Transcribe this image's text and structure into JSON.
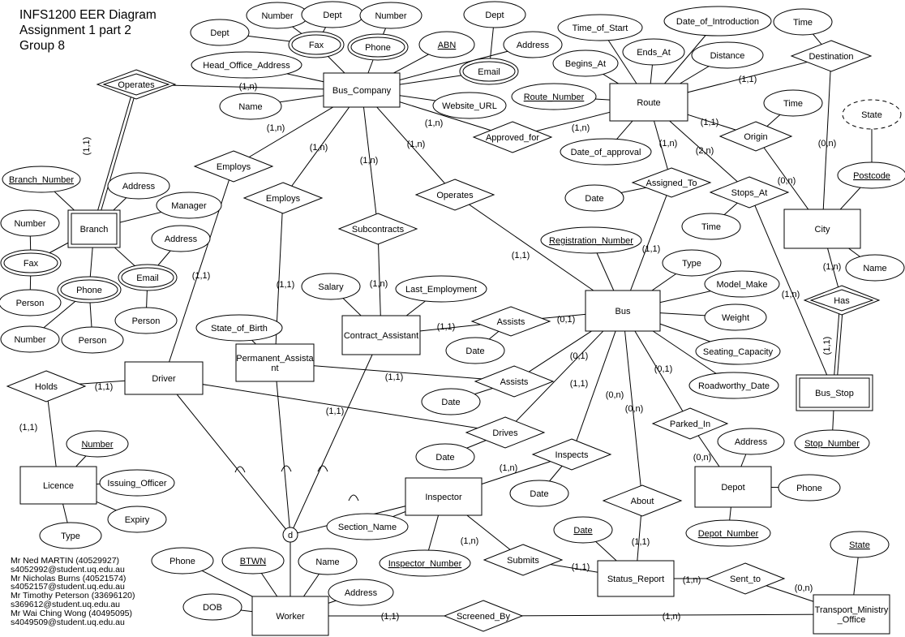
{
  "header": {
    "line1": "INFS1200 EER Diagram",
    "line2": "Assignment 1 part 2",
    "line3": "Group 8"
  },
  "members": [
    "Mr Ned MARTIN (40529927)",
    "s4052992@student.uq.edu.au",
    "Mr Nicholas Burns (40521574)",
    "s4052157@student.uq.edu.au",
    "Mr Timothy Peterson (33696120)",
    "s369612@student.uq.edu.au",
    "Mr Wai Ching Wong (40495095)",
    "s4049509@student.uq.edu.au"
  ],
  "entities": {
    "bus_company": "Bus_Company",
    "route": "Route",
    "branch": "Branch",
    "city": "City",
    "bus": "Bus",
    "driver": "Driver",
    "permanent_assistant": [
      "Permanent_Assista",
      "nt"
    ],
    "contract_assistant": "Contract_Assistant",
    "licence": "Licence",
    "inspector": "Inspector",
    "depot": "Depot",
    "bus_stop": "Bus_Stop",
    "status_report": "Status_Report",
    "worker": "Worker",
    "transport_ministry_office": [
      "Transport_Ministry",
      "_Office"
    ]
  },
  "relationships": {
    "operates_top": "Operates",
    "employs_left": "Employs",
    "employs_mid": "Employs",
    "subcontracts": "Subcontracts",
    "operates_bus": "Operates",
    "approved_for": "Approved_for",
    "destination": "Destination",
    "origin": "Origin",
    "assigned_to": "Assigned_To",
    "stops_at": "Stops_At",
    "has": "Has",
    "assists_contract": "Assists",
    "assists_perm": "Assists",
    "holds": "Holds",
    "drives": "Drives",
    "inspects": "Inspects",
    "parked_in": "Parked_In",
    "about": "About",
    "submits": "Submits",
    "sent_to": "Sent_to",
    "screened_by": "Screened_By"
  },
  "attributes": {
    "bc_fax_number": "Number",
    "bc_fax_dept": "Dept",
    "bc_phone_number": "Number",
    "bc_email_dept": "Dept",
    "bc_dept": "Dept",
    "bc_fax": "Fax",
    "bc_phone": "Phone",
    "bc_abn": "ABN",
    "bc_address": "Address",
    "bc_email": "Email",
    "bc_head_office": "Head_Office_Address",
    "bc_name": "Name",
    "bc_website": "Website_URL",
    "route_time_of_start": "Time_of_Start",
    "route_date_intro": "Date_of_Introduction",
    "route_ends_at": "Ends_At",
    "route_begins_at": "Begins_At",
    "route_distance": "Distance",
    "route_number": "Route_Number",
    "route_date_approval": "Date_of_approval",
    "dest_time": "Time",
    "origin_time": "Time",
    "city_state": "State",
    "city_postcode": "Postcode",
    "city_name": "Name",
    "branch_number": "Branch_Number",
    "branch_address": "Address",
    "branch_manager": "Manager",
    "branch_email_address": "Address",
    "branch_fax_number": "Number",
    "branch_fax": "Fax",
    "branch_phone": "Phone",
    "branch_email": "Email",
    "branch_fax_person": "Person",
    "branch_email_person": "Person",
    "branch_phone_number": "Number",
    "branch_phone_person": "Person",
    "assigned_date": "Date",
    "stops_time": "Time",
    "bus_reg_number": "Registration_Number",
    "bus_type": "Type",
    "bus_model_make": "Model_Make",
    "bus_weight": "Weight",
    "bus_seating": "Seating_Capacity",
    "bus_roadworthy": "Roadworthy_Date",
    "ca_salary": "Salary",
    "ca_last_employment": "Last_Employment",
    "pa_state_of_birth": "State_of_Birth",
    "assists_ca_date": "Date",
    "assists_pa_date": "Date",
    "drives_date": "Date",
    "inspects_date": "Date",
    "depot_address": "Address",
    "depot_phone": "Phone",
    "depot_number": "Depot_Number",
    "stop_number": "Stop_Number",
    "licence_number": "Number",
    "licence_issuing_officer": "Issuing_Officer",
    "licence_expiry": "Expiry",
    "licence_type": "Type",
    "inspector_section_name": "Section_Name",
    "inspector_number": "Inspector_Number",
    "sr_date": "Date",
    "tmo_state": "State",
    "worker_phone": "Phone",
    "worker_btwn": "BTWN",
    "worker_name": "Name",
    "worker_address": "Address",
    "worker_dob": "DOB"
  },
  "cardinalities": {
    "operates_branch": "(1,1)",
    "operates_bc": "(1,n)",
    "employs_left_bc": "(1,n)",
    "employs_mid_bc": "(1,n)",
    "subcontracts_bc": "(1,n)",
    "operates_bus_bc": "(1,n)",
    "approved_bc": "(1,n)",
    "approved_route": "(1,n)",
    "destination_route": "(1,1)",
    "destination_city": "(0,n)",
    "origin_route": "(1,1)",
    "origin_city": "(0,n)",
    "assigned_route": "(1,n)",
    "stops_route": "(2,n)",
    "stops_stop": "(1,n)",
    "has_city": "(1,n)",
    "has_stop": "(1,1)",
    "employs_left_driver": "(1,1)",
    "employs_mid_pa": "(1,1)",
    "subcontracts_ca": "(1,n)",
    "operates_bus_bus": "(1,1)",
    "assigned_bus": "(1,1)",
    "assists_ca_ca": "(1,1)",
    "assists_ca_bus": "(0,1)",
    "assists_pa_pa": "(1,1)",
    "assists_pa_bus": "(0,1)",
    "holds_driver": "(1,1)",
    "holds_licence": "(1,1)",
    "drives_driver": "(1,1)",
    "drives_bus": "(1,1)",
    "inspects_inspector": "(1,n)",
    "inspects_bus": "(0,n)",
    "about_bus": "(0,n)",
    "about_sr": "(1,1)",
    "parked_bus": "(0,1)",
    "parked_depot": "(0,n)",
    "submits_inspector": "(1,n)",
    "submits_sr": "(1,1)",
    "sent_sr": "(1,n)",
    "sent_tmo": "(0,n)",
    "screened_worker": "(1,1)",
    "screened_tmo": "(1,n)"
  },
  "specialization_label": "d"
}
